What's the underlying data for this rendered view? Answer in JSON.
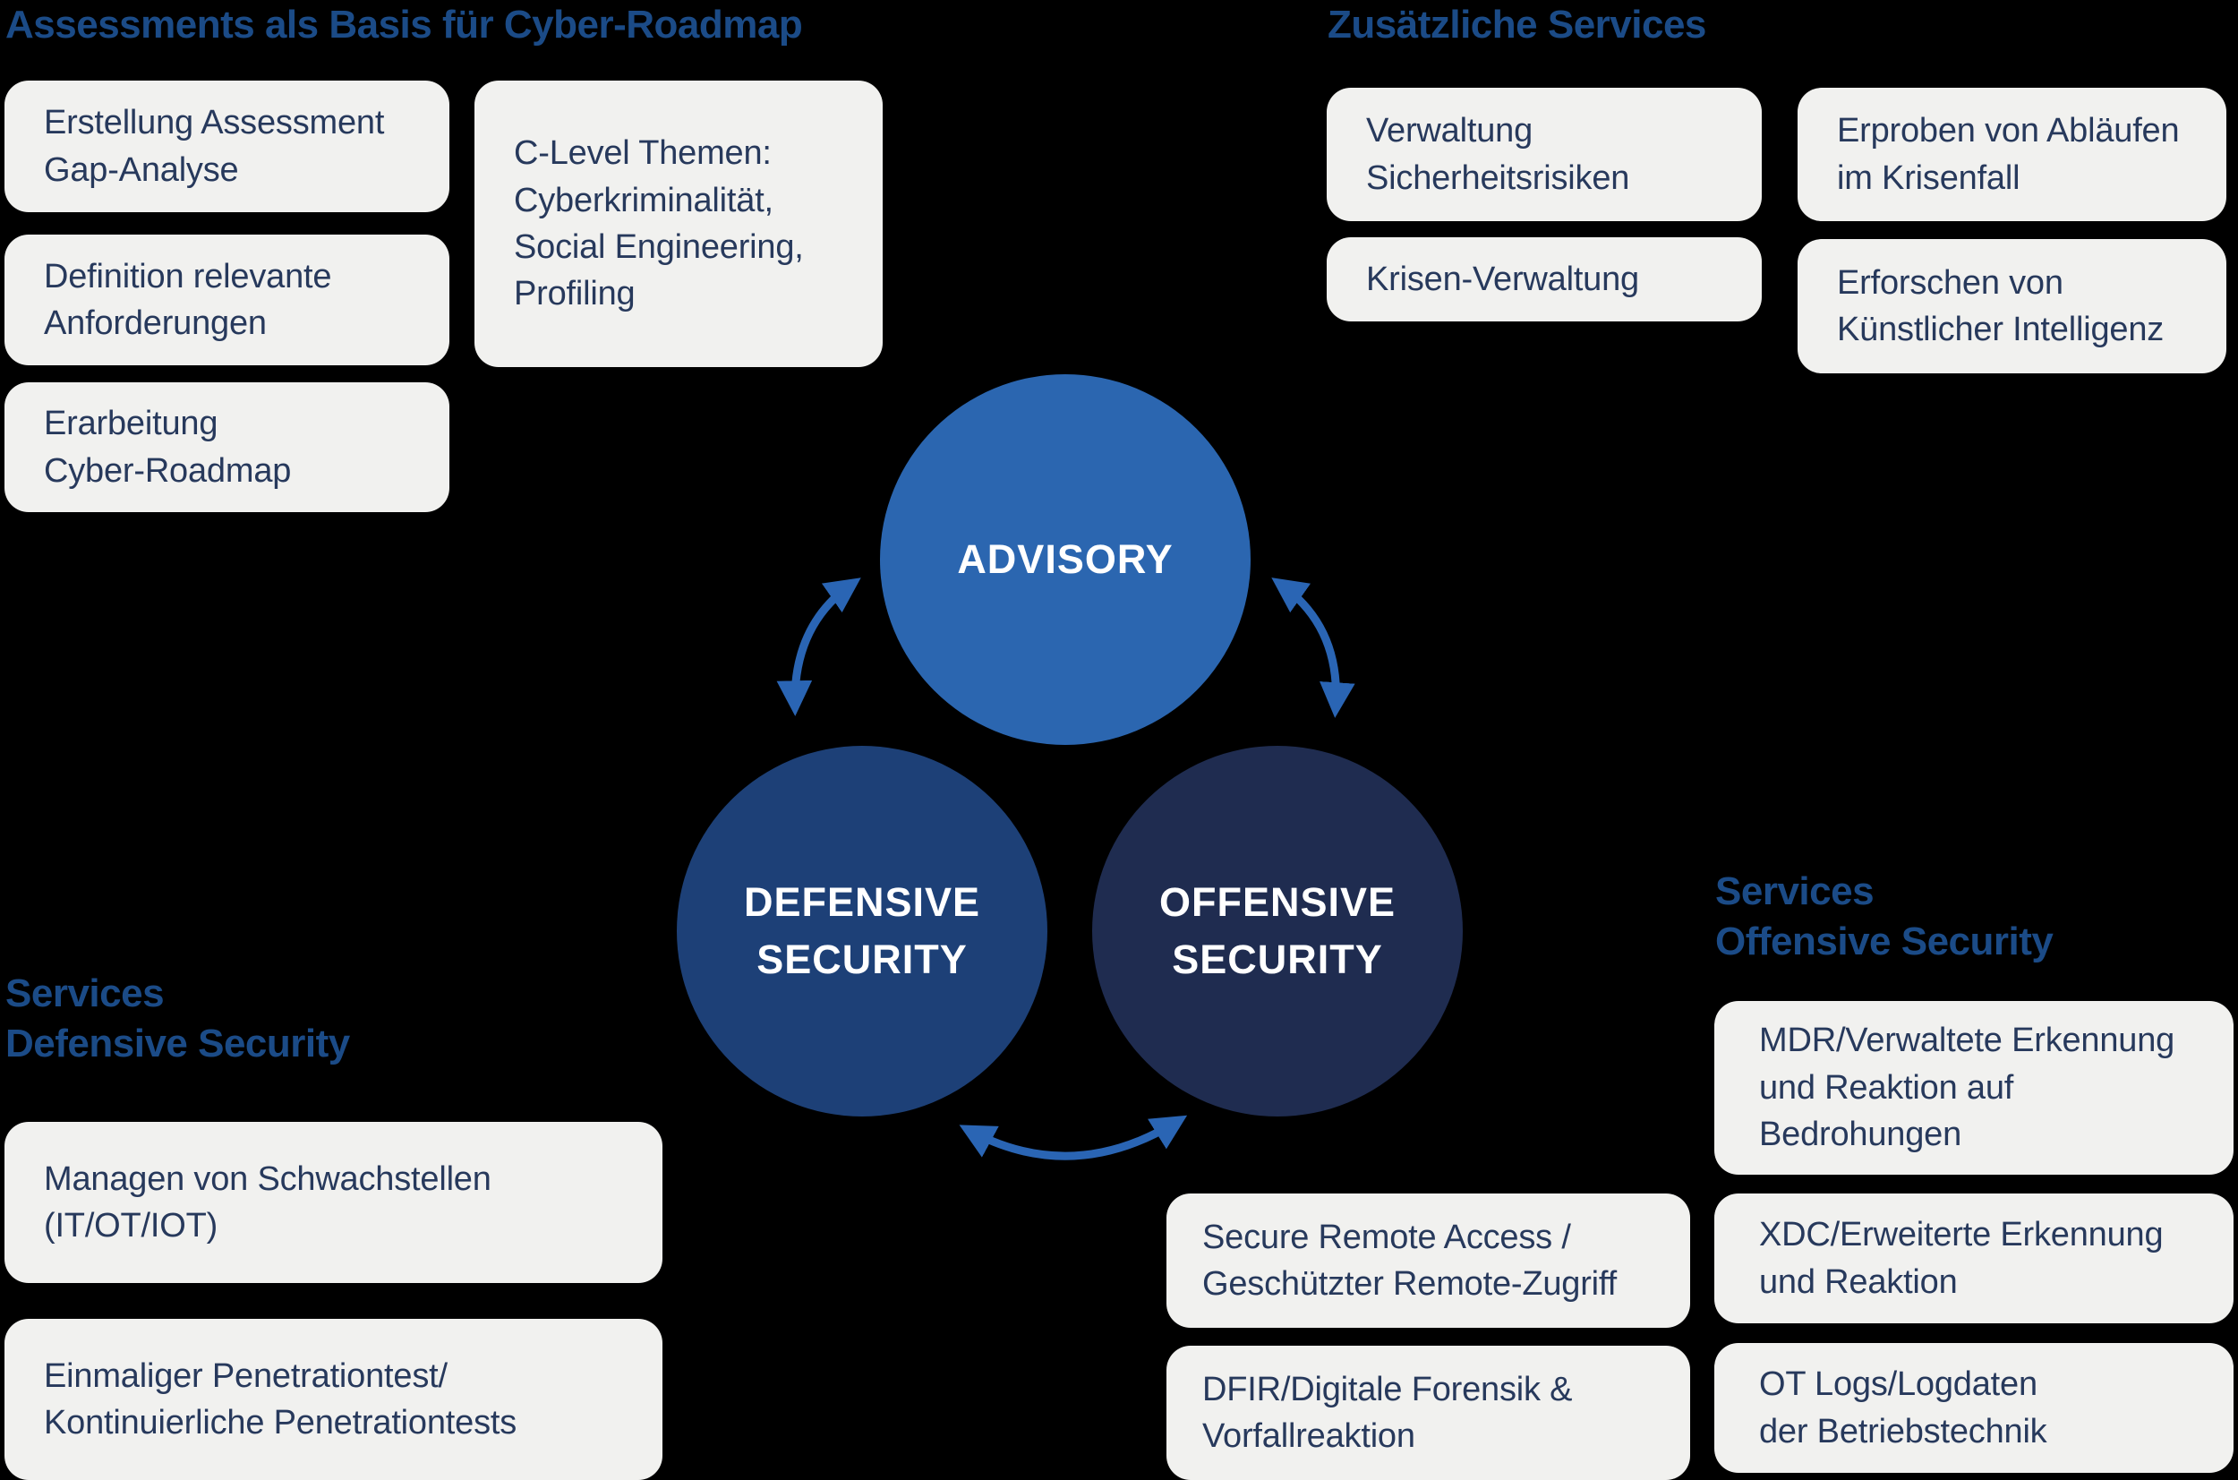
{
  "colors": {
    "background": "#000000",
    "heading": "#1b4b87",
    "box_bg": "#f1f1ef",
    "box_text": "#27395c",
    "advisory": "#2b66b0",
    "defensive": "#1d4077",
    "offensive": "#1f2c50",
    "circle_text": "#ffffff",
    "arrow": "#2a65b4"
  },
  "sections": {
    "assessments": {
      "title": "Assessments als Basis für Cyber-Roadmap",
      "boxes": [
        "Erstellung Assessment\nGap-Analyse",
        "Definition relevante\nAnforderungen",
        "Erarbeitung\nCyber-Roadmap",
        "C-Level Themen:\nCyberkriminalität,\nSocial Engineering,\nProfiling"
      ]
    },
    "zusatzliche_services": {
      "title": "Zusätzliche Services",
      "boxes": [
        "Verwaltung\nSicherheitsrisiken",
        "Erproben von Abläufen\nim Krisenfall",
        "Krisen-Verwaltung",
        "Erforschen von\nKünstlicher Intelligenz"
      ]
    },
    "services_defensive": {
      "title": "Services\nDefensive Security",
      "boxes": [
        "Managen von Schwachstellen\n(IT/OT/IOT)",
        "Einmaliger Penetrationtest/\nKontinuierliche Penetrationtests"
      ]
    },
    "offensive_detail": {
      "boxes": [
        "Secure Remote Access /\nGeschützter Remote-Zugriff",
        "DFIR/Digitale Forensik &\nVorfallreaktion"
      ]
    },
    "services_offensive": {
      "title": "Services\nOffensive Security",
      "boxes": [
        "MDR/Verwaltete Erkennung\nund Reaktion auf\nBedrohungen",
        "XDC/Erweiterte Erkennung\nund Reaktion",
        "OT Logs/Logdaten\nder Betriebstechnik"
      ]
    }
  },
  "venn": {
    "advisory": {
      "label": "ADVISORY"
    },
    "defensive": {
      "label": "DEFENSIVE\nSECURITY"
    },
    "offensive": {
      "label": "OFFENSIVE\nSECURITY"
    }
  }
}
